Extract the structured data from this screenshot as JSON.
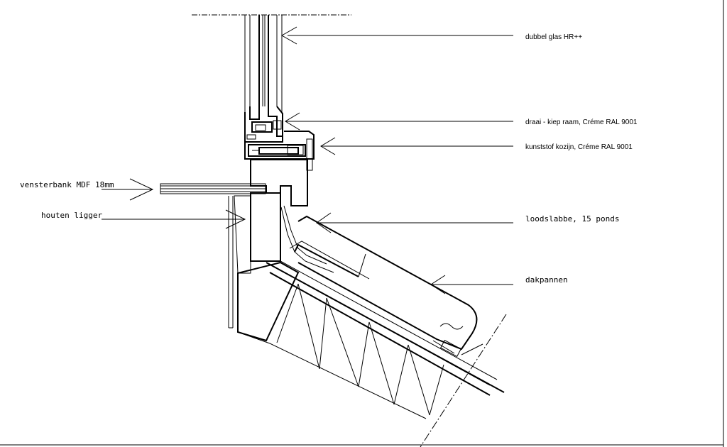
{
  "labels": {
    "glazing": "dubbel glas HR++",
    "sash": "draai - kiep raam, Créme RAL 9001",
    "frame": "kunststof kozijn, Créme RAL 9001",
    "sill": "vensterbank MDF 18mm",
    "beam": "houten ligger",
    "flashing": "loodslabbe, 15 ponds",
    "tiles": "dakpannen"
  },
  "colors": {
    "ink": "#000000",
    "paper": "#ffffff"
  }
}
